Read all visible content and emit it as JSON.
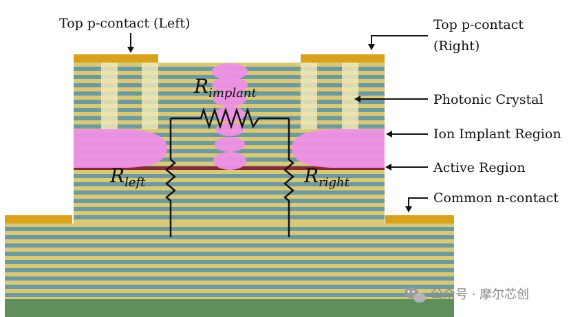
{
  "labels": {
    "top_left_contact": "Top p-contact (Left)",
    "top_right_contact_line1": "Top p-contact",
    "top_right_contact_line2": "(Right)",
    "photonic_crystal": "Photonic Crystal",
    "ion_implant": "Ion Implant Region",
    "active_region": "Active Region",
    "common_n_contact": "Common n-contact"
  },
  "resistors": {
    "implant": {
      "main": "R",
      "sub": "implant"
    },
    "left": {
      "main": "R",
      "sub": "left"
    },
    "right": {
      "main": "R",
      "sub": "right"
    }
  },
  "watermark": {
    "icon": "wechat-icon",
    "text": "公众号 · 摩尔芯创"
  },
  "colors": {
    "layer_yellow": "#d8c87a",
    "layer_teal": "#6f9a9c",
    "contact_gold": "#d9a21c",
    "implant_pink": "#ee90e6",
    "active_red": "#8b2a30",
    "substrate_green": "#5f8f5a",
    "pc_hole": "#efe6b6"
  }
}
